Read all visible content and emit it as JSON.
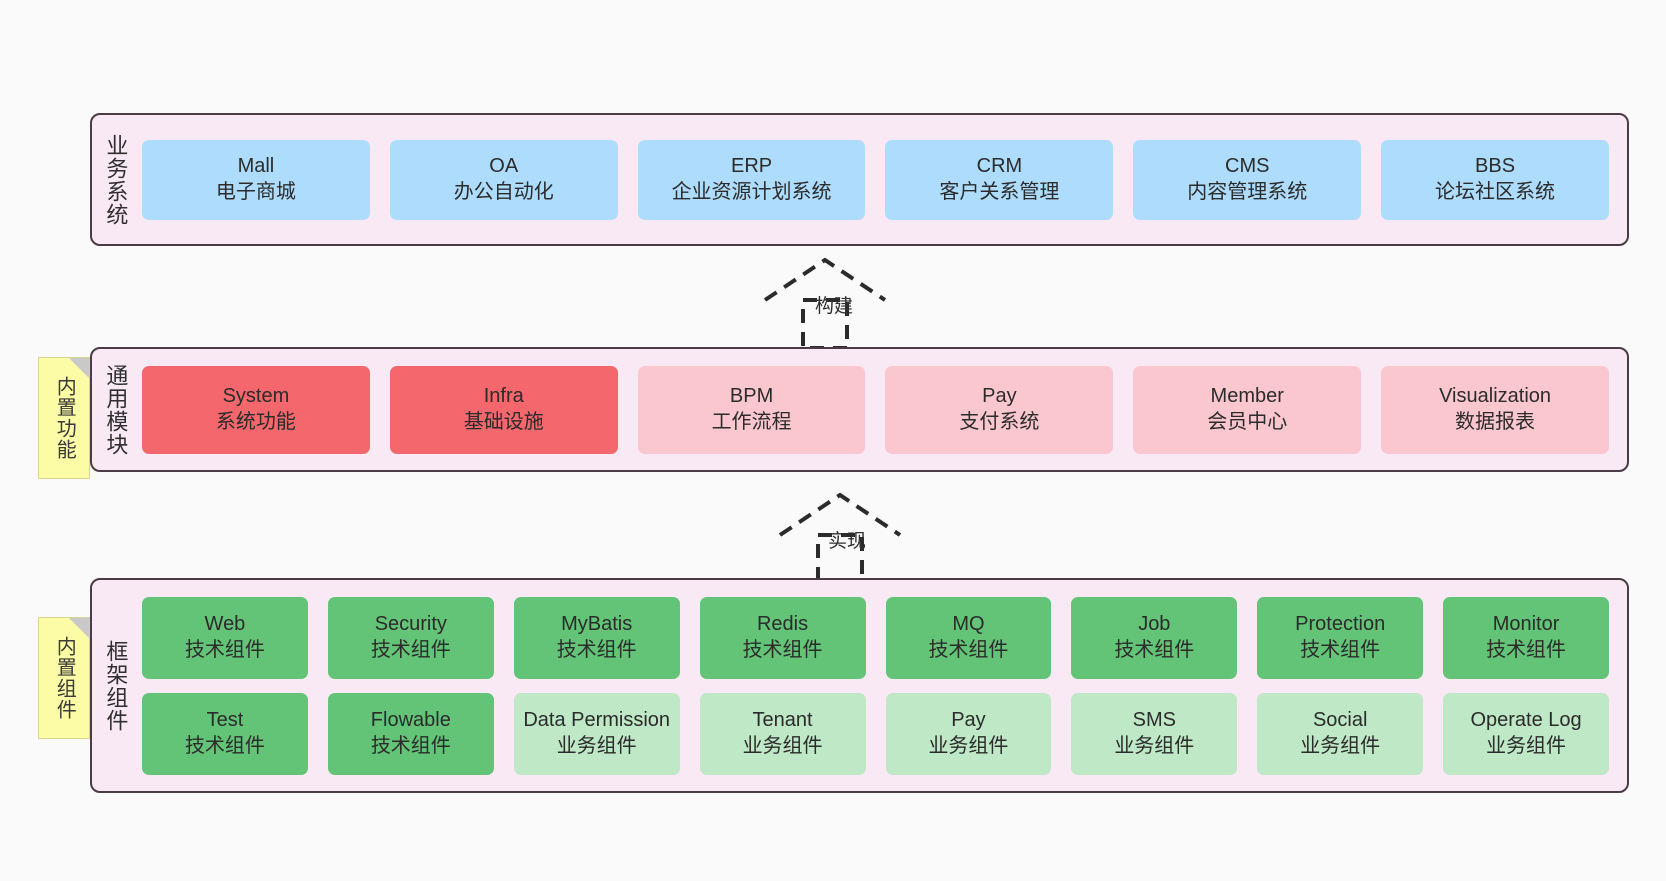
{
  "diagram": {
    "title_hidden": "",
    "colors": {
      "background": "#fafafa",
      "layer_fill": "#f8e9f5",
      "layer_border": "#4a3b45",
      "blue": "#aedcfc",
      "red": "#f4676d",
      "pink": "#fbc7cf",
      "green": "#63c477",
      "light_green": "#bfe8c6",
      "note_yellow": "#fcfca6"
    }
  },
  "layers": [
    {
      "key": "business",
      "label": "业务系统",
      "note": null,
      "rows": [
        {
          "items": [
            {
              "en": "Mall",
              "cn": "电子商城",
              "color": "blue"
            },
            {
              "en": "OA",
              "cn": "办公自动化",
              "color": "blue"
            },
            {
              "en": "ERP",
              "cn": "企业资源计划系统",
              "color": "blue"
            },
            {
              "en": "CRM",
              "cn": "客户关系管理",
              "color": "blue"
            },
            {
              "en": "CMS",
              "cn": "内容管理系统",
              "color": "blue"
            },
            {
              "en": "BBS",
              "cn": "论坛社区系统",
              "color": "blue"
            }
          ]
        }
      ]
    },
    {
      "key": "common",
      "label": "通用模块",
      "note": "内置功能",
      "rows": [
        {
          "items": [
            {
              "en": "System",
              "cn": "系统功能",
              "color": "red"
            },
            {
              "en": "Infra",
              "cn": "基础设施",
              "color": "red"
            },
            {
              "en": "BPM",
              "cn": "工作流程",
              "color": "pink"
            },
            {
              "en": "Pay",
              "cn": "支付系统",
              "color": "pink"
            },
            {
              "en": "Member",
              "cn": "会员中心",
              "color": "pink"
            },
            {
              "en": "Visualization",
              "cn": "数据报表",
              "color": "pink"
            }
          ]
        }
      ]
    },
    {
      "key": "framework",
      "label": "框架组件",
      "note": "内置组件",
      "rows": [
        {
          "items": [
            {
              "en": "Web",
              "cn": "技术组件",
              "color": "green"
            },
            {
              "en": "Security",
              "cn": "技术组件",
              "color": "green"
            },
            {
              "en": "MyBatis",
              "cn": "技术组件",
              "color": "green"
            },
            {
              "en": "Redis",
              "cn": "技术组件",
              "color": "green"
            },
            {
              "en": "MQ",
              "cn": "技术组件",
              "color": "green"
            },
            {
              "en": "Job",
              "cn": "技术组件",
              "color": "green"
            },
            {
              "en": "Protection",
              "cn": "技术组件",
              "color": "green"
            },
            {
              "en": "Monitor",
              "cn": "技术组件",
              "color": "green"
            }
          ]
        },
        {
          "items": [
            {
              "en": "Test",
              "cn": "技术组件",
              "color": "green"
            },
            {
              "en": "Flowable",
              "cn": "技术组件",
              "color": "green"
            },
            {
              "en": "Data Permission",
              "cn": "业务组件",
              "color": "light_green"
            },
            {
              "en": "Tenant",
              "cn": "业务组件",
              "color": "light_green"
            },
            {
              "en": "Pay",
              "cn": "业务组件",
              "color": "light_green"
            },
            {
              "en": "SMS",
              "cn": "业务组件",
              "color": "light_green"
            },
            {
              "en": "Social",
              "cn": "业务组件",
              "color": "light_green"
            },
            {
              "en": "Operate Log",
              "cn": "业务组件",
              "color": "light_green"
            }
          ]
        }
      ]
    }
  ],
  "connectors": [
    {
      "key": "build",
      "label": "构建",
      "from": "common",
      "to": "business"
    },
    {
      "key": "implement",
      "label": "实现",
      "from": "framework",
      "to": "common"
    }
  ]
}
